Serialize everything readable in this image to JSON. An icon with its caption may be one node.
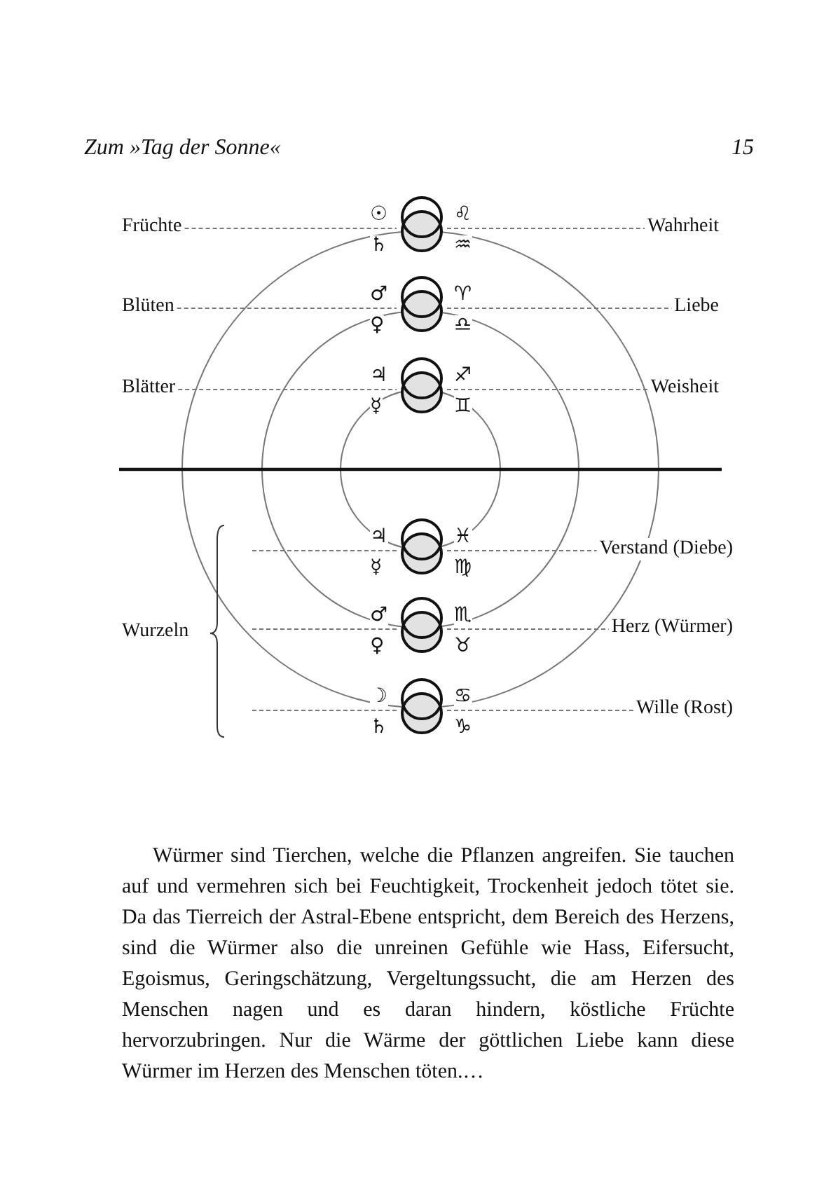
{
  "diagram": {
    "nodes": [
      {
        "text": [
          "Früchte"
        ]
      },
      {
        "text": [],
        "shape": "circle",
        "beside": [
          "☉",
          "♄",
          "♌",
          "♒"
        ]
      },
      {
        "text": [
          "Wahrheit"
        ]
      },
      {
        "text": [
          "Blüten"
        ]
      },
      {
        "text": [],
        "shape": "circle",
        "beside": [
          "♂",
          "♀",
          "♈",
          "♎"
        ]
      },
      {
        "text": [
          "Liebe"
        ]
      },
      {
        "text": [
          "Blätter"
        ]
      },
      {
        "text": [],
        "shape": "circle",
        "beside": [
          "♃",
          "☿",
          "♐",
          "♊"
        ]
      },
      {
        "text": [
          "Weisheit"
        ]
      },
      {
        "text": [],
        "shape": "circle",
        "beside": [
          "♃",
          "☿",
          "♓",
          "♍"
        ]
      },
      {
        "text": [
          "Verstand (Diebe)"
        ]
      },
      {
        "text": [],
        "shape": "circle",
        "beside": [
          "♂",
          "♀",
          "♏",
          "♉"
        ]
      },
      {
        "text": [
          "Herz (Würmer)"
        ]
      },
      {
        "text": [],
        "shape": "circle",
        "beside": [
          "☽",
          "♄",
          "♋",
          "♑"
        ]
      },
      {
        "text": [
          "Wille (Rost)"
        ]
      }
    ],
    "edges": [
      {
        "from": 0,
        "to": 1,
        "arrow": "none",
        "style": "dashed"
      },
      {
        "from": 1,
        "to": 2,
        "arrow": "none",
        "style": "dashed"
      },
      {
        "from": 3,
        "to": 4,
        "arrow": "none",
        "style": "dashed"
      },
      {
        "from": 4,
        "to": 5,
        "arrow": "none",
        "style": "dashed"
      },
      {
        "from": 6,
        "to": 7,
        "arrow": "none",
        "style": "dashed"
      },
      {
        "from": 7,
        "to": 8,
        "arrow": "none",
        "style": "dashed"
      },
      {
        "from": null,
        "to": 9,
        "arrow": "none",
        "style": "dashed"
      },
      {
        "from": 9,
        "to": 10,
        "arrow": "none",
        "style": "dashed"
      },
      {
        "from": null,
        "to": 11,
        "arrow": "none",
        "style": "dashed"
      },
      {
        "from": 11,
        "to": 12,
        "arrow": "none",
        "style": "dashed"
      },
      {
        "from": null,
        "to": 13,
        "arrow": "none",
        "style": "dashed"
      },
      {
        "from": 13,
        "to": 14,
        "arrow": "none",
        "style": "dashed"
      }
    ],
    "labels": [
      "Zum »Tag der Sonne«",
      "15",
      "Wurzeln",
      "Würmer sind Tierchen, welche die Pflanzen angreifen. Sie tauchen auf und vermehren sich bei Feuchtigkeit, Trockenheit jedoch tötet sie. Da das Tierreich der Astral-Ebene entspricht, dem Bereich des Herzens, sind die Würmer also die unreinen Gefühle wie Hass, Eifersucht, Egoismus, Geringschätzung, Vergeltungssucht, die am Herzen des Menschen nagen und es daran hindern, köstliche Früchte hervorzubringen. Nur die Wärme der göttlichen Liebe kann diese Würmer im Herzen des Menschen töten.…"
    ]
  }
}
